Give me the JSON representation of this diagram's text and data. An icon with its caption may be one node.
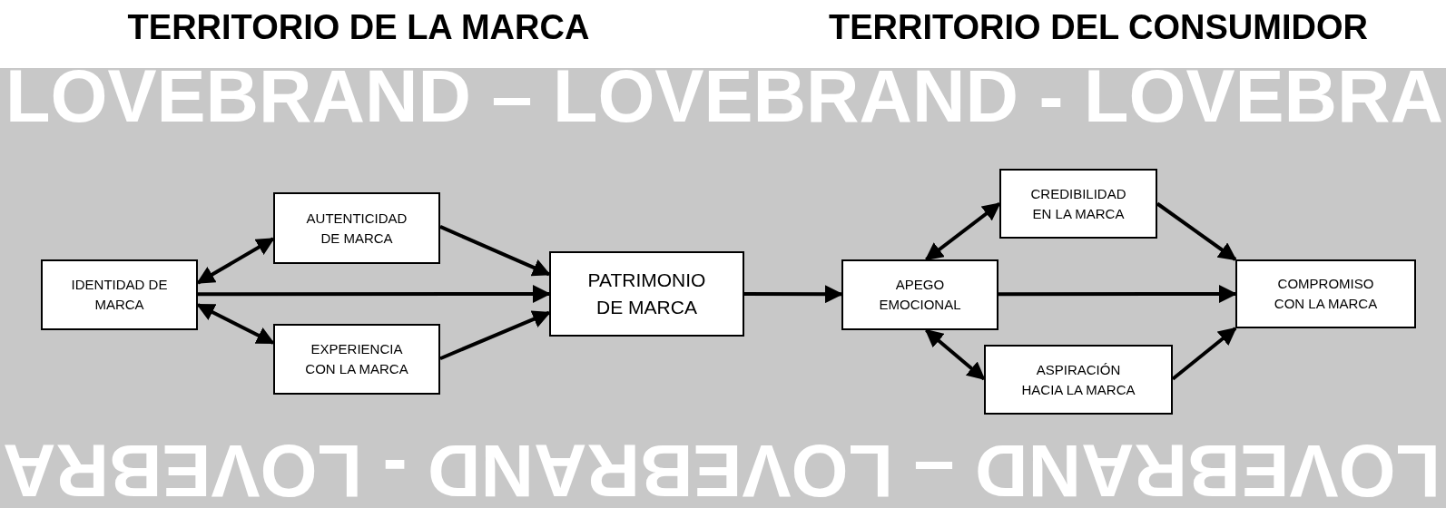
{
  "diagram": {
    "nodes": [
      {
        "text": [
          "IDENTIDAD DE MARCA"
        ]
      },
      {
        "text": [
          "AUTENTICIDAD DE MARCA"
        ]
      },
      {
        "text": [
          "EXPERIENCIA CON LA MARCA"
        ]
      },
      {
        "text": [
          "PATRIMONIO DE MARCA"
        ]
      },
      {
        "text": [
          "APEGO EMOCIONAL"
        ]
      },
      {
        "text": [
          "CREDIBILIDAD EN LA MARCA"
        ]
      },
      {
        "text": [
          "ASPIRACIÓN HACIA LA MARCA"
        ]
      },
      {
        "text": [
          "COMPROMISO CON LA MARCA"
        ]
      }
    ],
    "edges": [
      {
        "from": 0,
        "to": 1,
        "arrow": "both"
      },
      {
        "from": 0,
        "to": 2,
        "arrow": "both"
      },
      {
        "from": 0,
        "to": 3,
        "arrow": "to"
      },
      {
        "from": 1,
        "to": 3,
        "arrow": "to"
      },
      {
        "from": 2,
        "to": 3,
        "arrow": "to"
      },
      {
        "from": 3,
        "to": 4,
        "arrow": "to"
      },
      {
        "from": 4,
        "to": 5,
        "arrow": "both"
      },
      {
        "from": 4,
        "to": 6,
        "arrow": "both"
      },
      {
        "from": 4,
        "to": 7,
        "arrow": "to"
      },
      {
        "from": 5,
        "to": 7,
        "arrow": "to"
      },
      {
        "from": 6,
        "to": 7,
        "arrow": "to"
      }
    ],
    "labels": [
      "TERRITORIO DE LA MARCA",
      "TERRITORIO DEL CONSUMIDOR",
      "LOVEBRAND – LOVEBRAND - LOVEBRA",
      "LOVEBRAND – LOVEBRAND - LOVEBRA"
    ]
  }
}
